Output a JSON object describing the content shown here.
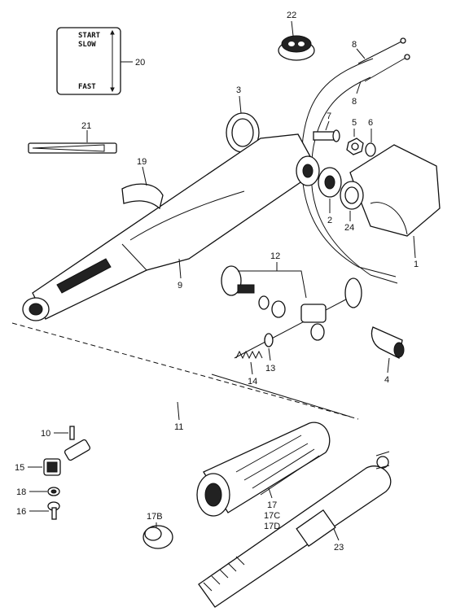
{
  "decal": {
    "start": "START",
    "slow": "SLOW",
    "fast": "FAST"
  },
  "callouts": [
    {
      "id": "c22",
      "text": "22"
    },
    {
      "id": "c8a",
      "text": "8"
    },
    {
      "id": "c8b",
      "text": "8"
    },
    {
      "id": "c20",
      "text": "20"
    },
    {
      "id": "c3",
      "text": "3"
    },
    {
      "id": "c7",
      "text": "7"
    },
    {
      "id": "c5",
      "text": "5"
    },
    {
      "id": "c6",
      "text": "6"
    },
    {
      "id": "c21",
      "text": "21"
    },
    {
      "id": "c19",
      "text": "19"
    },
    {
      "id": "c2",
      "text": "2"
    },
    {
      "id": "c24",
      "text": "24"
    },
    {
      "id": "c1",
      "text": "1"
    },
    {
      "id": "c12",
      "text": "12"
    },
    {
      "id": "c9",
      "text": "9"
    },
    {
      "id": "c4",
      "text": "4"
    },
    {
      "id": "c13",
      "text": "13"
    },
    {
      "id": "c14",
      "text": "14"
    },
    {
      "id": "c11",
      "text": "11"
    },
    {
      "id": "c10",
      "text": "10"
    },
    {
      "id": "c15",
      "text": "15"
    },
    {
      "id": "c18",
      "text": "18"
    },
    {
      "id": "c16",
      "text": "16"
    },
    {
      "id": "c17B",
      "text": "17B"
    },
    {
      "id": "c17",
      "text": "17"
    },
    {
      "id": "c17C",
      "text": "17C"
    },
    {
      "id": "c17D",
      "text": "17D"
    },
    {
      "id": "c23",
      "text": "23"
    }
  ]
}
